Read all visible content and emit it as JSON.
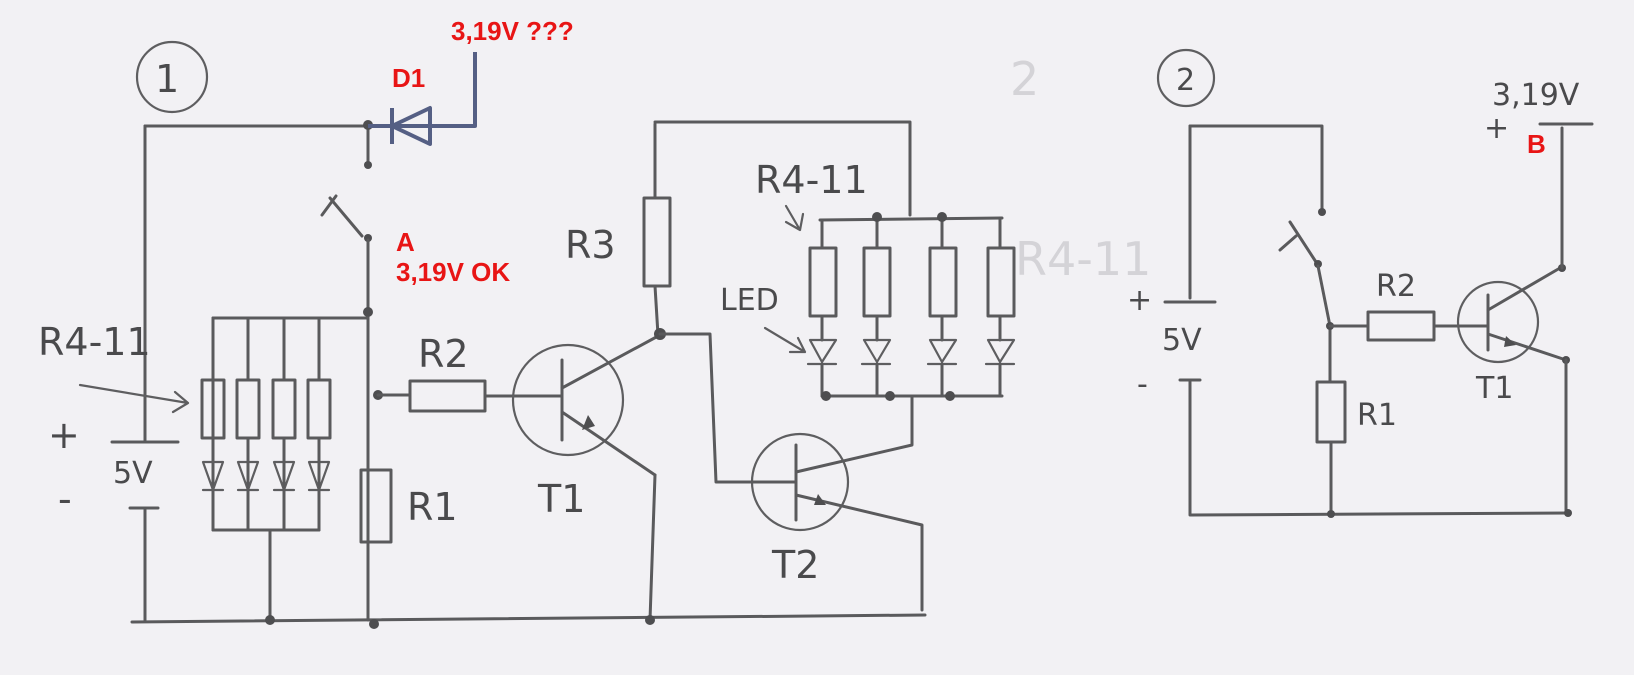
{
  "circuit1": {
    "number": "1",
    "diode_label": "D1",
    "diode_voltage": "3,19V ???",
    "point_a_label": "A",
    "point_a_voltage": "3,19V OK",
    "r4_11_left": "R4-11",
    "r4_11_top": "R4-11",
    "r3": "R3",
    "r2": "R2",
    "r1": "R1",
    "t1": "T1",
    "t2": "T2",
    "led": "LED",
    "plus": "+",
    "minus": "-",
    "supply": "5V"
  },
  "circuit2": {
    "number": "2",
    "voltage": "3,19V",
    "plus_top": "+",
    "point_b_label": "B",
    "r2": "R2",
    "r1": "R1",
    "t1": "T1",
    "plus": "+",
    "minus": "-",
    "supply": "5V"
  },
  "colors": {
    "pencil": "#5a5a5c",
    "annotation_red": "#e81515",
    "diode_ink": "#555f84",
    "paper": "#f2f1f4"
  }
}
